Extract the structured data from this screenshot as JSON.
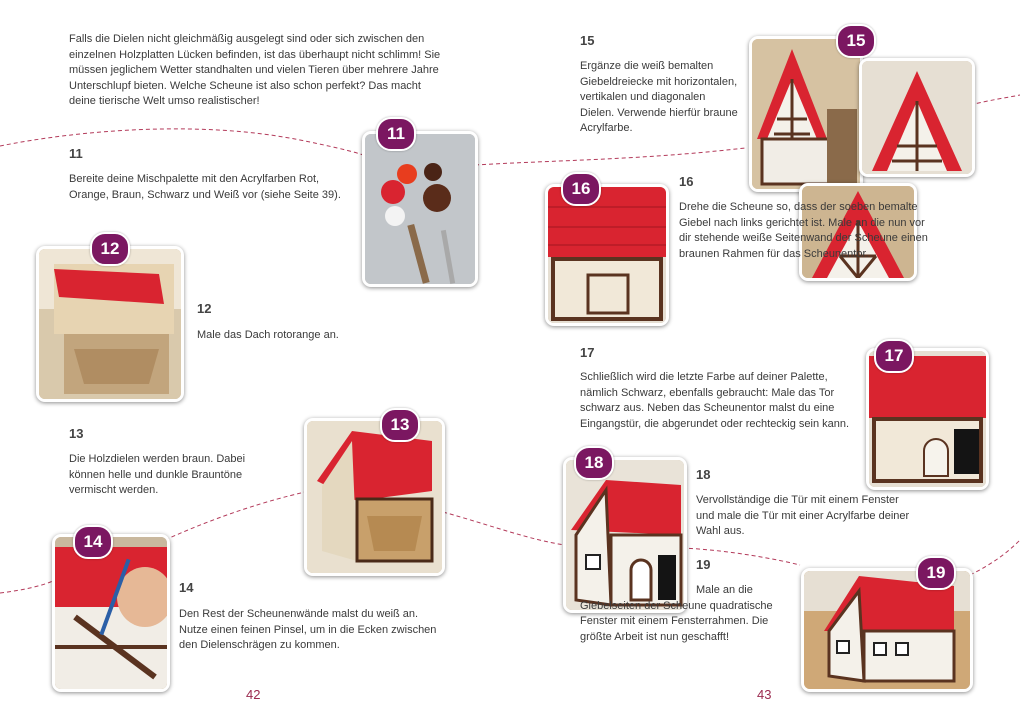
{
  "intro": "Falls die Dielen nicht gleichmäßig ausgelegt sind oder sich zwischen den einzelnen Holzplatten Lücken befinden, ist das überhaupt nicht schlimm! Sie müssen jeglichem Wetter standhalten und vielen Tieren über mehrere Jahre Unterschlupf bieten. Welche Scheune ist also schon perfekt? Das macht deine tierische Welt umso realistischer!",
  "steps": {
    "s11": {
      "number": "11",
      "text": "Bereite deine Mischpalette mit den Acrylfarben Rot, Orange, Braun, Schwarz und Weiß vor (siehe Seite 39)."
    },
    "s12": {
      "number": "12",
      "text": "Male das Dach rotorange an."
    },
    "s13": {
      "number": "13",
      "text": "Die Holzdielen werden braun. Dabei können helle und dunkle Brauntöne vermischt werden."
    },
    "s14": {
      "number": "14",
      "text": "Den Rest der Scheunenwände malst du weiß an. Nutze einen feinen Pinsel, um in die Ecken zwischen den Dielenschrägen zu kommen."
    },
    "s15": {
      "number": "15",
      "text": "Ergänze die weiß bemalten Giebeldreiecke mit horizontalen, vertikalen und diagonalen Dielen. Verwende hierfür braune Acrylfarbe."
    },
    "s16": {
      "number": "16",
      "text": "Drehe die Scheune so, dass der soeben bemalte Giebel nach links gerichtet ist. Male an die nun vor dir stehende weiße Seitenwand der Scheune einen braunen Rahmen für das Scheunentor."
    },
    "s17": {
      "number": "17",
      "text": "Schließlich wird die letzte Farbe auf deiner Palette, nämlich Schwarz, ebenfalls gebraucht: Male das Tor schwarz aus. Neben das Scheunentor malst du eine Eingangstür, die abgerundet oder rechteckig sein kann."
    },
    "s18": {
      "number": "18",
      "text": "Vervollständige die Tür mit einem Fenster und male die Tür mit einer Acrylfarbe deiner Wahl aus."
    },
    "s19": {
      "number": "19",
      "text": "Male an die Giebelseiten der Scheune quadratische Fenster mit einem Fensterrahmen. Die größte Arbeit ist nun geschafft!"
    }
  },
  "page_numbers": {
    "left": "42",
    "right": "43"
  },
  "colors": {
    "accent": "#7b1761",
    "page_number": "#9b2a4f",
    "dashed_line": "#b33a5a",
    "roof": "#d92430",
    "wood": "#5a3320"
  }
}
